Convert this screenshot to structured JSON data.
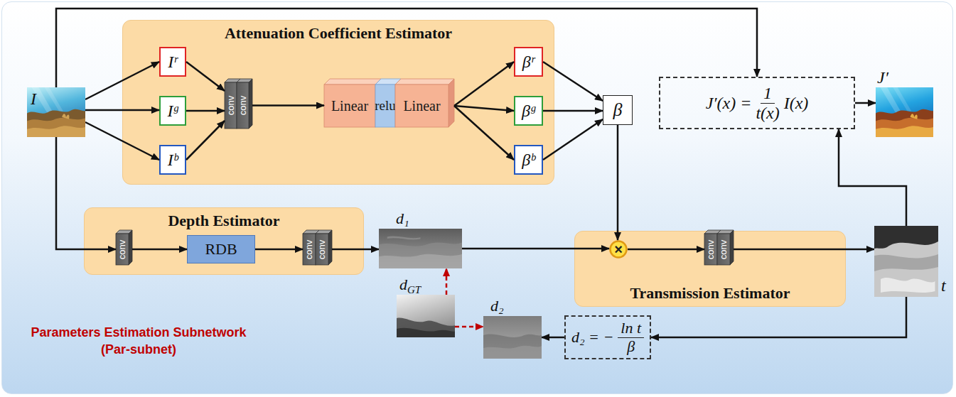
{
  "diagram": {
    "nodes": [
      {
        "text": [
          "I"
        ]
      },
      {
        "text": [
          "Attenuation Coefficient Estimator"
        ]
      },
      {
        "text": [
          "Iʳ"
        ],
        "in": 1
      },
      {
        "text": [
          "Iᵍ"
        ],
        "in": 1
      },
      {
        "text": [
          "Iᵇ"
        ],
        "in": 1
      },
      {
        "text": [
          "conv"
        ],
        "in": 1
      },
      {
        "text": [
          "conv"
        ],
        "in": 1
      },
      {
        "text": [
          "Linear"
        ],
        "in": 1
      },
      {
        "text": [
          "relu"
        ],
        "in": 1
      },
      {
        "text": [
          "Linear"
        ],
        "in": 1
      },
      {
        "text": [
          "βʳ"
        ],
        "in": 1
      },
      {
        "text": [
          "βᵍ"
        ],
        "in": 1
      },
      {
        "text": [
          "βᵇ"
        ],
        "in": 1
      },
      {
        "text": [
          "β"
        ]
      },
      {
        "text": [
          "J′(x) =",
          "1",
          "t(x)",
          "I(x)"
        ]
      },
      {
        "text": [
          "J′"
        ]
      },
      {
        "text": [
          "Depth Estimator"
        ]
      },
      {
        "text": [
          "conv"
        ],
        "in": 16
      },
      {
        "text": [
          "RDB"
        ],
        "in": 16
      },
      {
        "text": [
          "conv"
        ],
        "in": 16
      },
      {
        "text": [
          "conv"
        ],
        "in": 16
      },
      {
        "text": [
          "d₁"
        ]
      },
      {
        "text": [
          "Transmission Estimator"
        ]
      },
      {
        "text": [
          "×"
        ],
        "in": 22
      },
      {
        "text": [
          "conv"
        ],
        "in": 22
      },
      {
        "text": [
          "conv"
        ],
        "in": 22
      },
      {
        "text": [
          "t"
        ]
      },
      {
        "text": [
          "d",
          "GT"
        ]
      },
      {
        "text": [
          "d₂"
        ]
      },
      {
        "text": [
          "d₂ = −",
          "ln t",
          "β"
        ]
      }
    ],
    "edges": [
      {
        "from": 0,
        "to": 2,
        "arrow": "to"
      },
      {
        "from": 0,
        "to": 3,
        "arrow": "to"
      },
      {
        "from": 0,
        "to": 4,
        "arrow": "to"
      },
      {
        "from": 2,
        "to": 5,
        "arrow": "to"
      },
      {
        "from": 3,
        "to": 5,
        "arrow": "to"
      },
      {
        "from": 4,
        "to": 5,
        "arrow": "to"
      },
      {
        "from": 6,
        "to": 7,
        "arrow": "to"
      },
      {
        "from": 9,
        "to": 10,
        "arrow": "to"
      },
      {
        "from": 9,
        "to": 11,
        "arrow": "to"
      },
      {
        "from": 9,
        "to": 12,
        "arrow": "to"
      },
      {
        "from": 10,
        "to": 13,
        "arrow": "to"
      },
      {
        "from": 11,
        "to": 13,
        "arrow": "to"
      },
      {
        "from": 12,
        "to": 13,
        "arrow": "to"
      },
      {
        "from": 13,
        "to": 23,
        "arrow": "to"
      },
      {
        "from": 0,
        "to": 14,
        "arrow": "to"
      },
      {
        "from": 14,
        "to": 15,
        "arrow": "to"
      },
      {
        "from": 0,
        "to": 17,
        "arrow": "to"
      },
      {
        "from": 17,
        "to": 18,
        "arrow": "to"
      },
      {
        "from": 18,
        "to": 19,
        "arrow": "to"
      },
      {
        "from": 20,
        "to": 21,
        "arrow": "to"
      },
      {
        "from": 21,
        "to": 23,
        "arrow": "to"
      },
      {
        "from": 23,
        "to": 24,
        "arrow": "to"
      },
      {
        "from": 25,
        "to": 26,
        "arrow": "to"
      },
      {
        "from": 26,
        "to": 14,
        "arrow": "to"
      },
      {
        "from": 26,
        "to": 29,
        "arrow": "to"
      },
      {
        "from": 29,
        "to": 28,
        "arrow": "to"
      },
      {
        "from": 27,
        "to": 21,
        "arrow": "to"
      },
      {
        "from": 27,
        "to": 28,
        "arrow": "to"
      }
    ],
    "labels": [
      "Parameters Estimation Subnetwork (Par-subnet)"
    ]
  }
}
